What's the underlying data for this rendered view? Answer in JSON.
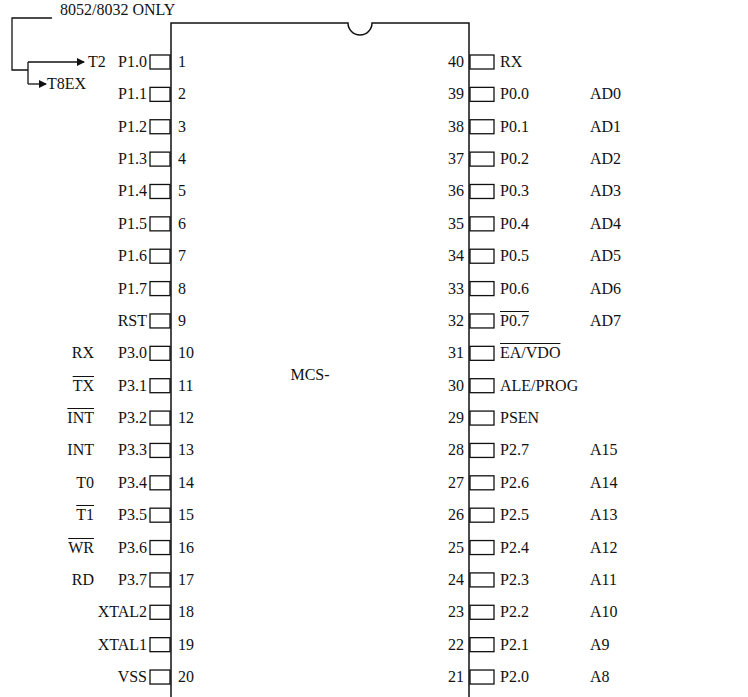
{
  "diagram": {
    "nodes": [
      {
        "text": [
          "MCS-"
        ]
      }
    ],
    "labels": [
      "8052/8032 ONLY",
      "T2",
      "T8EX",
      "P1.0",
      "P1.1",
      "P1.2",
      "P1.3",
      "P1.4",
      "P1.5",
      "P1.6",
      "P1.7",
      "RST",
      "P3.0",
      "P3.1",
      "P3.2",
      "P3.3",
      "P3.4",
      "P3.5",
      "P3.6",
      "P3.7",
      "XTAL2",
      "XTAL1",
      "VSS",
      "1",
      "2",
      "3",
      "4",
      "5",
      "6",
      "7",
      "8",
      "9",
      "10",
      "11",
      "12",
      "13",
      "14",
      "15",
      "16",
      "17",
      "18",
      "19",
      "20",
      "RX",
      "TX",
      "INT",
      "INT",
      "T0",
      "T1",
      "WR",
      "RD",
      "40",
      "39",
      "38",
      "37",
      "36",
      "35",
      "34",
      "33",
      "32",
      "31",
      "30",
      "29",
      "28",
      "27",
      "26",
      "25",
      "24",
      "23",
      "22",
      "21",
      "RX",
      "P0.0",
      "P0.1",
      "P0.2",
      "P0.3",
      "P0.4",
      "P0.5",
      "P0.6",
      "P0.7",
      "EA/VDO",
      "ALE/PROG",
      "PSEN",
      "P2.7",
      "P2.6",
      "P2.5",
      "P2.4",
      "P2.3",
      "P2.2",
      "P2.1",
      "P2.0",
      "AD0",
      "AD1",
      "AD2",
      "AD3",
      "AD4",
      "AD5",
      "AD6",
      "AD7",
      "A15",
      "A14",
      "A13",
      "A12",
      "A11",
      "A10",
      "A9",
      "A8"
    ]
  }
}
